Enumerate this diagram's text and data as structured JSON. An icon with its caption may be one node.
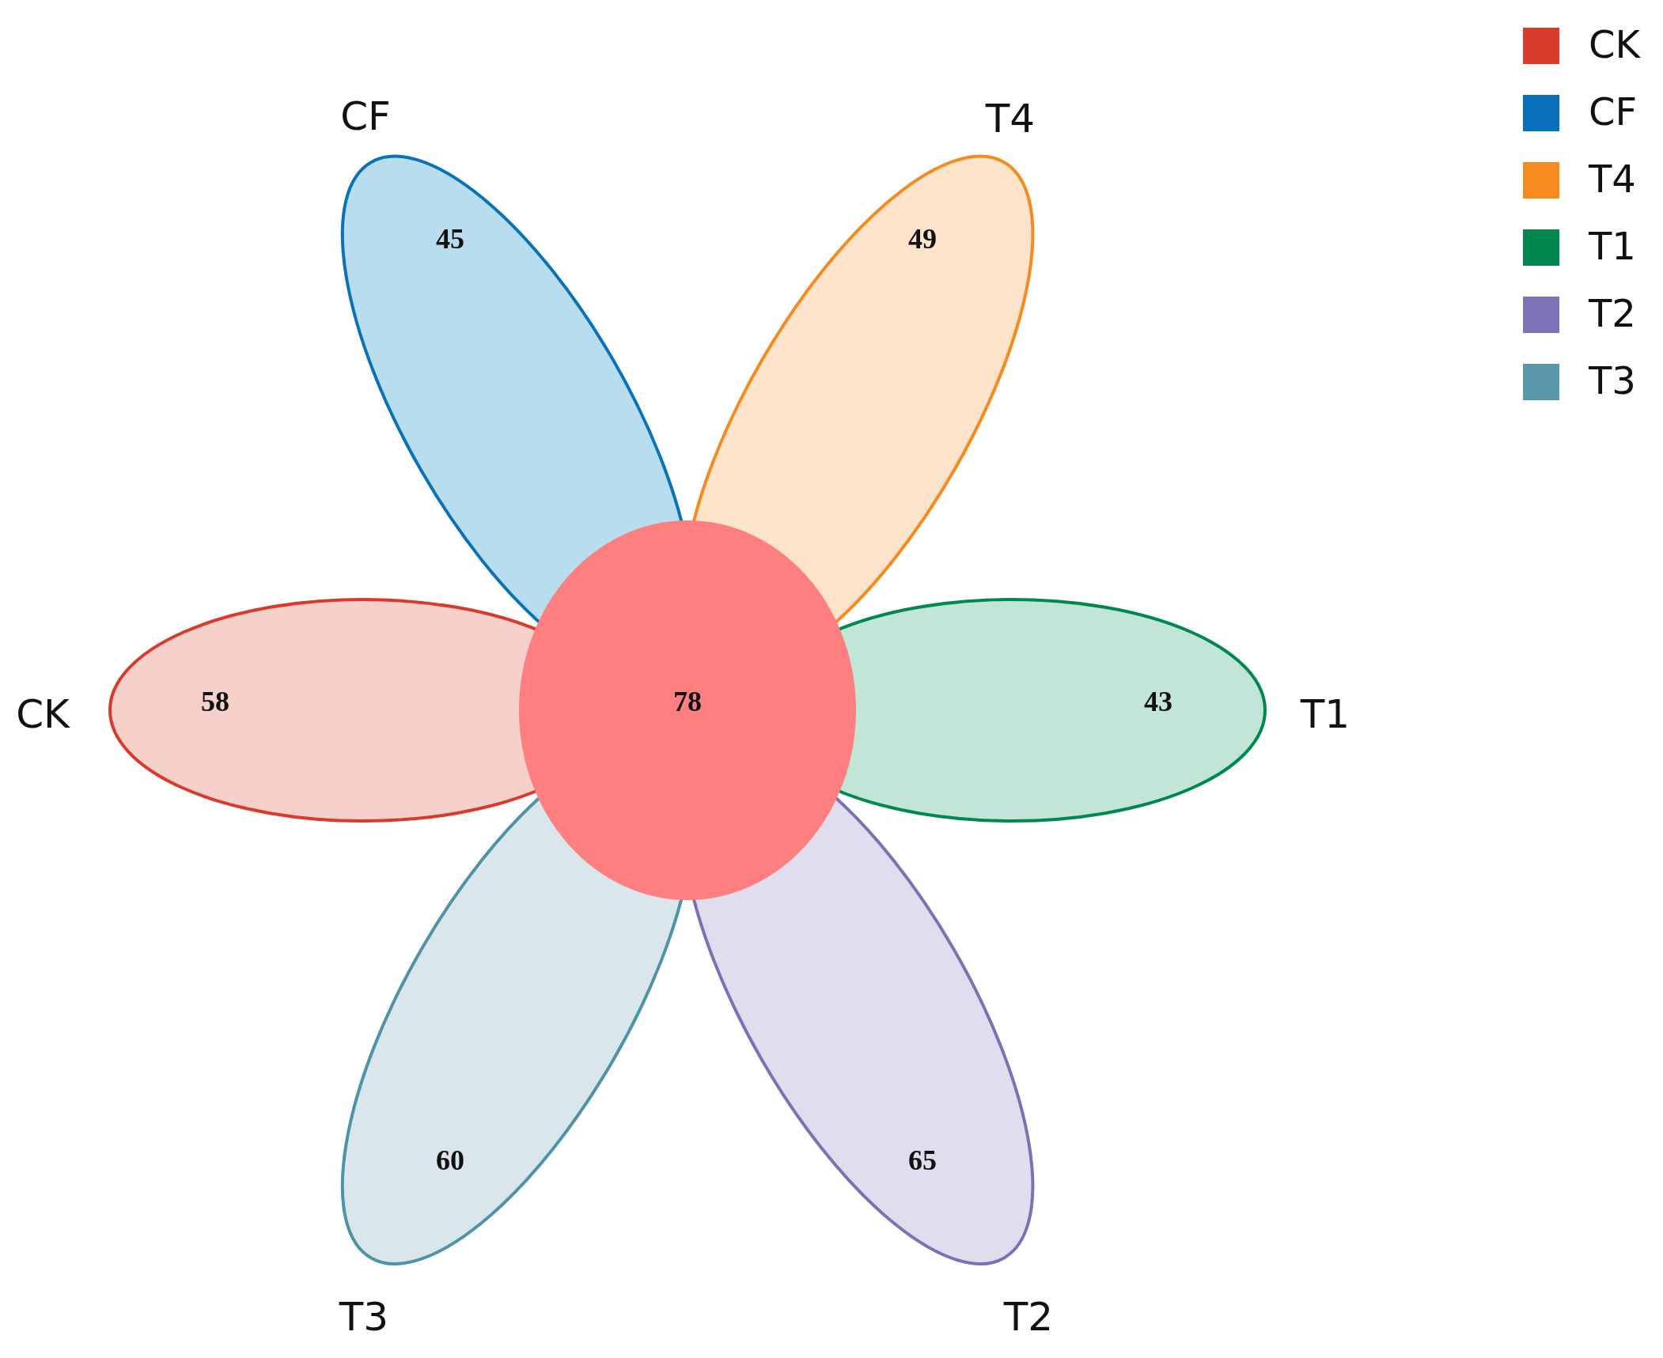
{
  "diagram": {
    "nodes": [
      {
        "text": [
          "CF",
          "45"
        ]
      },
      {
        "text": [
          "T4",
          "49"
        ]
      },
      {
        "text": [
          "CK",
          "58"
        ]
      },
      {
        "text": [
          "78"
        ]
      },
      {
        "text": [
          "43",
          "T1"
        ]
      },
      {
        "text": [
          "T3",
          "60"
        ]
      },
      {
        "text": [
          "T2",
          "65"
        ]
      }
    ],
    "edges": [],
    "legend": [
      {
        "text": "CK",
        "color": "#d93a2b"
      },
      {
        "text": "CF",
        "color": "#0a6fba"
      },
      {
        "text": "T4",
        "color": "#f58a1f"
      },
      {
        "text": "T1",
        "color": "#00864f"
      },
      {
        "text": "T2",
        "color": "#7b73b5"
      },
      {
        "text": "T3",
        "color": "#5a97ab"
      }
    ]
  }
}
